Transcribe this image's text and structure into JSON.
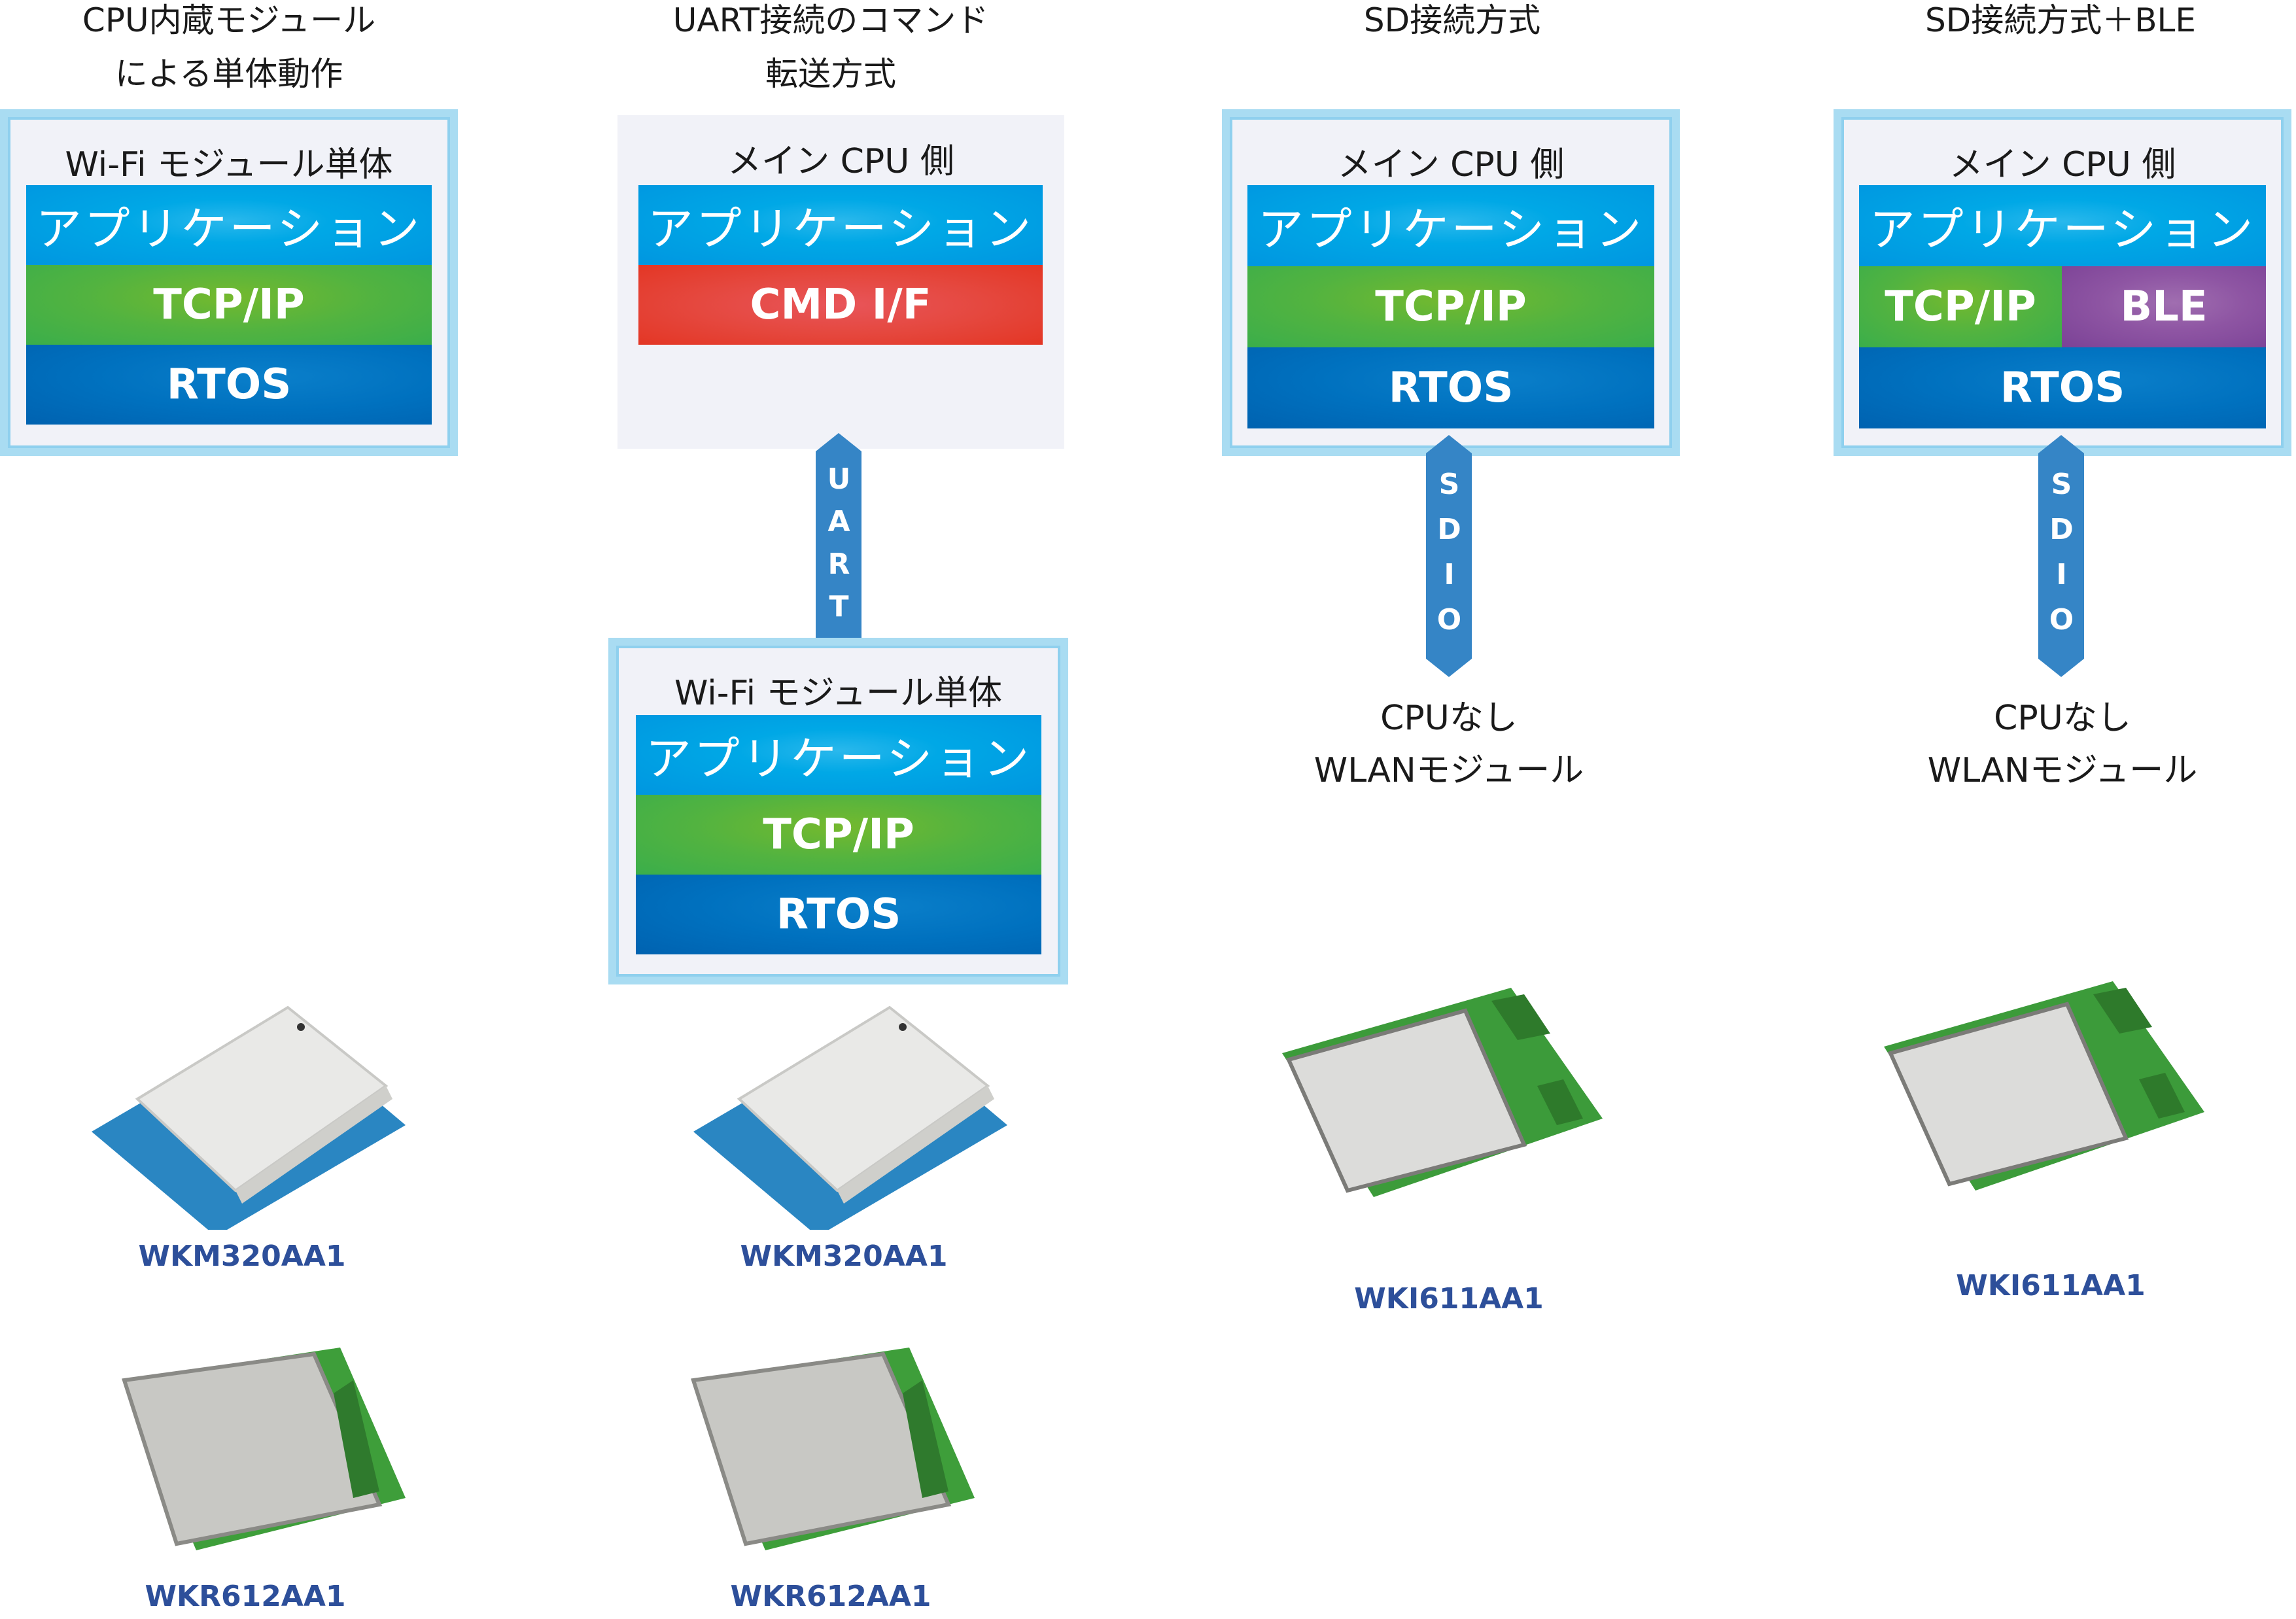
{
  "columns": [
    {
      "title_lines": [
        "CPU内蔵モジュール",
        "による単体動作"
      ],
      "box_header": "Wi-Fi モジュール単体",
      "layers": [
        "アプリケーション",
        "TCP/IP",
        "RTOS"
      ],
      "products": [
        "WKM320AA1",
        "WKR612AA1"
      ]
    },
    {
      "title_lines": [
        "UART接続のコマンド",
        "転送方式"
      ],
      "main_box_header": "メイン CPU 側",
      "main_layers": [
        "アプリケーション",
        "CMD I/F"
      ],
      "connector": "UART",
      "module_box_header": "Wi-Fi モジュール単体",
      "module_layers": [
        "アプリケーション",
        "TCP/IP",
        "RTOS"
      ],
      "products": [
        "WKM320AA1",
        "WKR612AA1"
      ]
    },
    {
      "title_lines": [
        "SD接続方式"
      ],
      "box_header": "メイン CPU 側",
      "layers": [
        "アプリケーション",
        "TCP/IP",
        "RTOS"
      ],
      "connector": "SDIO",
      "caption_lines": [
        "CPUなし",
        "WLANモジュール"
      ],
      "products": [
        "WKI611AA1"
      ]
    },
    {
      "title_lines": [
        "SD接続方式＋BLE"
      ],
      "box_header": "メイン CPU 側",
      "layers": [
        "アプリケーション",
        "TCP/IP",
        "BLE",
        "RTOS"
      ],
      "connector": "SDIO",
      "caption_lines": [
        "CPUなし",
        "WLANモジュール"
      ],
      "products": [
        "WKI611AA1"
      ]
    }
  ],
  "colors": {
    "application": "#00a8e6",
    "tcpip": "#52b340",
    "rtos": "#0071bf",
    "cmd_if": "#e5483f",
    "ble": "#8e55a3",
    "connector": "#3585c6",
    "product_label": "#2d4f9a",
    "box_frame": "#a9dcf2",
    "box_fill": "#f1f2f8"
  }
}
